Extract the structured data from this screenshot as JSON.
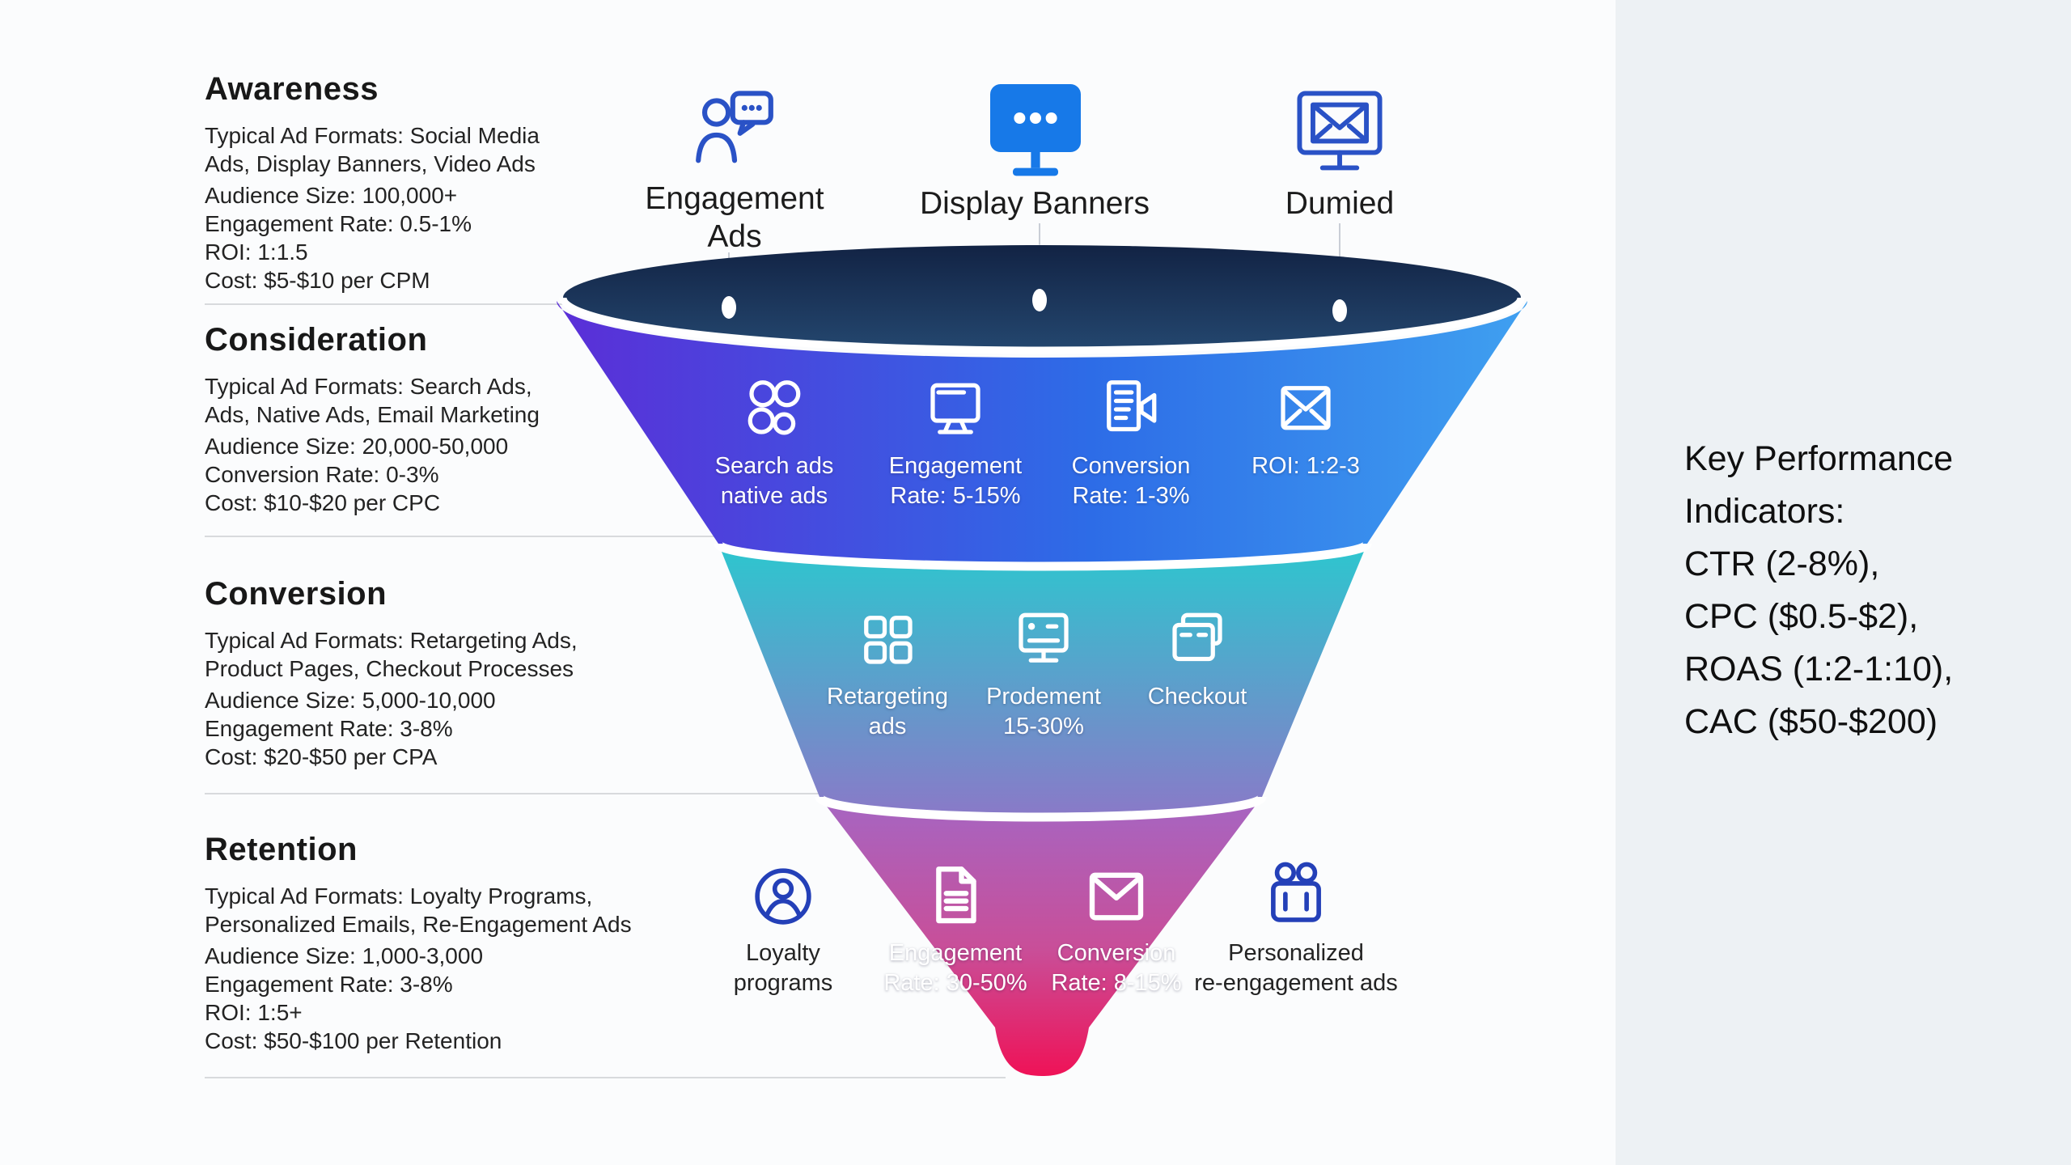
{
  "stages": [
    {
      "name": "Awareness",
      "lines": [
        "Typical Ad Formats: Social Media",
        "Ads, Display Banners, Video Ads",
        "Audience Size: 100,000+",
        "Engagement Rate: 0.5-1%",
        "ROI: 1:1.5",
        "Cost: $5-$10 per CPM"
      ]
    },
    {
      "name": "Consideration",
      "lines": [
        "Typical Ad Formats: Search Ads,",
        "Ads, Native Ads, Email Marketing",
        "Audience Size: 20,000-50,000",
        "Conversion Rate: 0-3%",
        "Cost: $10-$20 per CPC"
      ]
    },
    {
      "name": "Conversion",
      "lines": [
        "Typical Ad Formats: Retargeting Ads,",
        "Product Pages, Checkout Processes",
        "Audience Size: 5,000-10,000",
        "Engagement Rate: 3-8%",
        "Cost: $20-$50 per CPA"
      ]
    },
    {
      "name": "Retention",
      "lines": [
        "Typical Ad Formats: Loyalty Programs,",
        "Personalized Emails, Re-Engagement Ads",
        "Audience Size: 1,000-3,000",
        "Engagement Rate: 3-8%",
        "ROI: 1:5+",
        "Cost: $50-$100 per Retention"
      ]
    }
  ],
  "channels": [
    {
      "label": "Engagement Ads",
      "icon": "person-chat-icon"
    },
    {
      "label": "Display Banners",
      "icon": "banner-monitor-icon"
    },
    {
      "label": "Dumied",
      "icon": "monitor-envelope-icon"
    }
  ],
  "funnel": {
    "band1": [
      {
        "line1": "Search ads",
        "line2": "native ads",
        "icon": "group-circles-icon"
      },
      {
        "line1": "Engagement",
        "line2": "Rate: 5-15%",
        "icon": "monitor-icon"
      },
      {
        "line1": "Conversion",
        "line2": "Rate: 1-3%",
        "icon": "document-announce-icon"
      },
      {
        "line1": "ROI: 1:2-3",
        "line2": "",
        "icon": "envelope-icon"
      }
    ],
    "band2": [
      {
        "line1": "Retargeting",
        "line2": "ads",
        "icon": "grid-icon"
      },
      {
        "line1": "Prodement",
        "line2": "15-30%",
        "icon": "monitor-lines-icon"
      },
      {
        "line1": "Checkout",
        "line2": "",
        "icon": "cards-icon"
      }
    ],
    "band3": [
      {
        "line1": "Loyalty",
        "line2": "programs",
        "icon": "person-circle-icon"
      },
      {
        "line1": "Engagement",
        "line2": "Rate: 30-50%",
        "icon": "document-icon"
      },
      {
        "line1": "Conversion",
        "line2": "Rate: 8-15%",
        "icon": "envelope-icon"
      },
      {
        "line1": "Personalized",
        "line2": "re-engagement ads",
        "icon": "people-pair-icon"
      }
    ]
  },
  "kpi": {
    "lines": [
      "Key Performance",
      "Indicators:",
      "CTR (2-8%),",
      "CPC ($0.5-$2),",
      "ROAS (1:2-1:10),",
      "CAC ($50-$200)"
    ]
  },
  "colors": {
    "funnel_top_dark": "#16294e",
    "band1_left": "#5b2ed7",
    "band1_right": "#3fa0f0",
    "band2_top": "#2cc7cf",
    "band2_bottom": "#8a79c8",
    "band3_top": "#a566c3",
    "band3_bottom": "#ef1257",
    "icon_blue": "#2a52c6",
    "banner_blue": "#1779e8",
    "right_panel_bg": "#edf1f4"
  }
}
